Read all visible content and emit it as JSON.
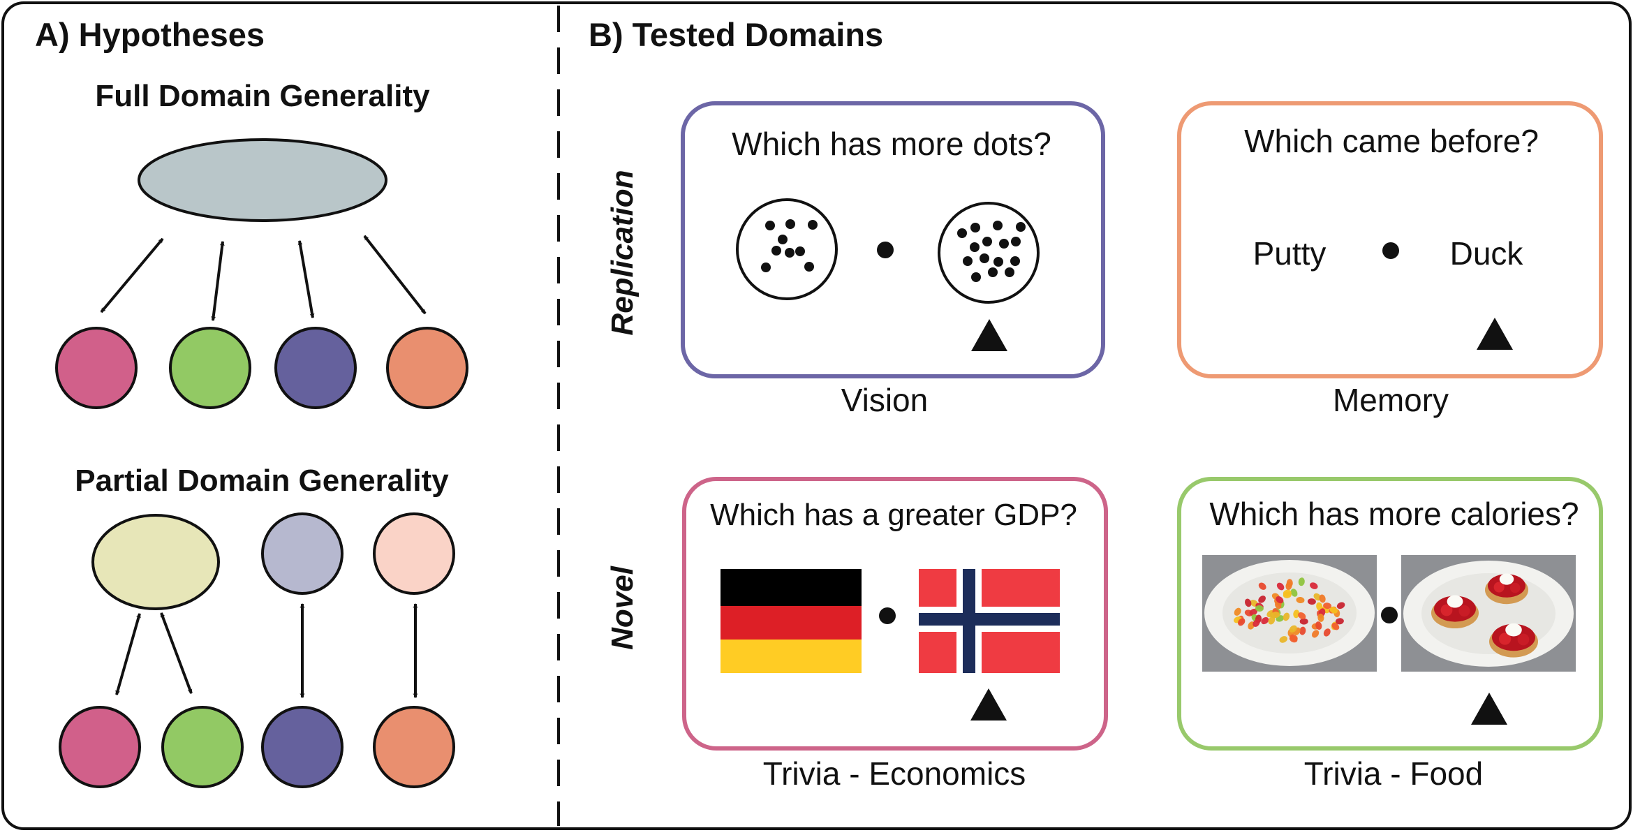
{
  "panel_a": {
    "title": "A) Hypotheses",
    "full": {
      "title": "Full Domain Generality",
      "general_color": "#b9c6c9",
      "node_colors": [
        "#d1608a",
        "#92c964",
        "#65619d",
        "#e98f6f"
      ]
    },
    "partial": {
      "title": "Partial Domain Generality",
      "general_color": "#e7e6b8",
      "upper_colors": [
        "#b6b8cf",
        "#fad3c7"
      ],
      "node_colors": [
        "#d1608a",
        "#92c964",
        "#65619d",
        "#e98f6f"
      ]
    }
  },
  "panel_b": {
    "title": "B) Tested Domains",
    "row_labels": {
      "top": "Replication",
      "bottom": "Novel"
    },
    "cards": {
      "vision": {
        "question": "Which has more dots?",
        "label": "Vision",
        "border": "#6c66a6"
      },
      "memory": {
        "question": "Which came before?",
        "label": "Memory",
        "border": "#ee9a73",
        "left_word": "Putty",
        "right_word": "Duck"
      },
      "economics": {
        "question": "Which has a greater GDP?",
        "label": "Trivia - Economics",
        "border": "#cd6489"
      },
      "food": {
        "question": "Which has more calories?",
        "label": "Trivia - Food",
        "border": "#98c96b"
      }
    }
  },
  "flags": {
    "germany": [
      "#000000",
      "#dd1f26",
      "#ffcc24"
    ],
    "norway": {
      "red": "#ef3b42",
      "white": "#ffffff",
      "blue": "#1d2d5a"
    }
  }
}
